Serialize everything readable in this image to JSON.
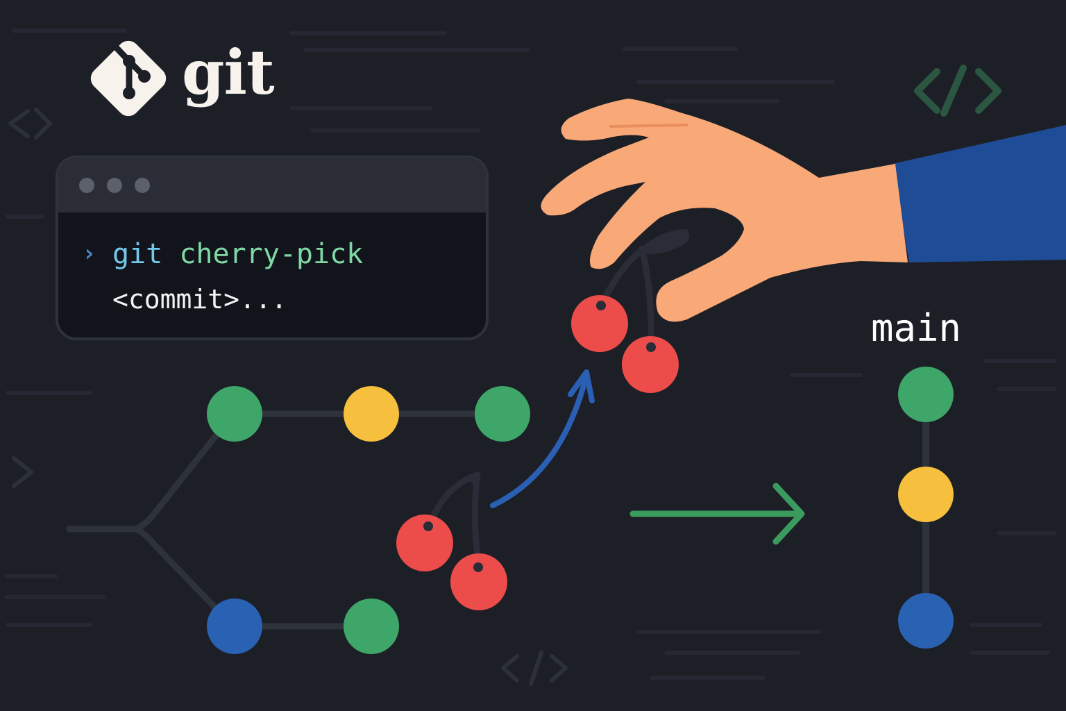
{
  "logo": {
    "wordmark": "git",
    "icon": "git-diamond-logo"
  },
  "terminal": {
    "prompt_symbol": "›",
    "command": "git",
    "subcommand": "cherry-pick",
    "args": "<commit>..."
  },
  "target_branch": {
    "name": "main"
  },
  "colors": {
    "background": "#1d1f27",
    "commit_green": "#3fa66a",
    "commit_yellow": "#f6bf3d",
    "commit_blue": "#2a62b3",
    "cherry_red": "#ec4c4a",
    "arrow_green": "#3b9a5d",
    "arrow_blue": "#2a5fb3",
    "hand_skin": "#f9a878",
    "sleeve_blue": "#1f4c96"
  },
  "icons": [
    "git-logo-icon",
    "code-brackets-icon",
    "cherry-icon",
    "hand-illustration",
    "arrow-right-icon",
    "curved-arrow-icon"
  ]
}
